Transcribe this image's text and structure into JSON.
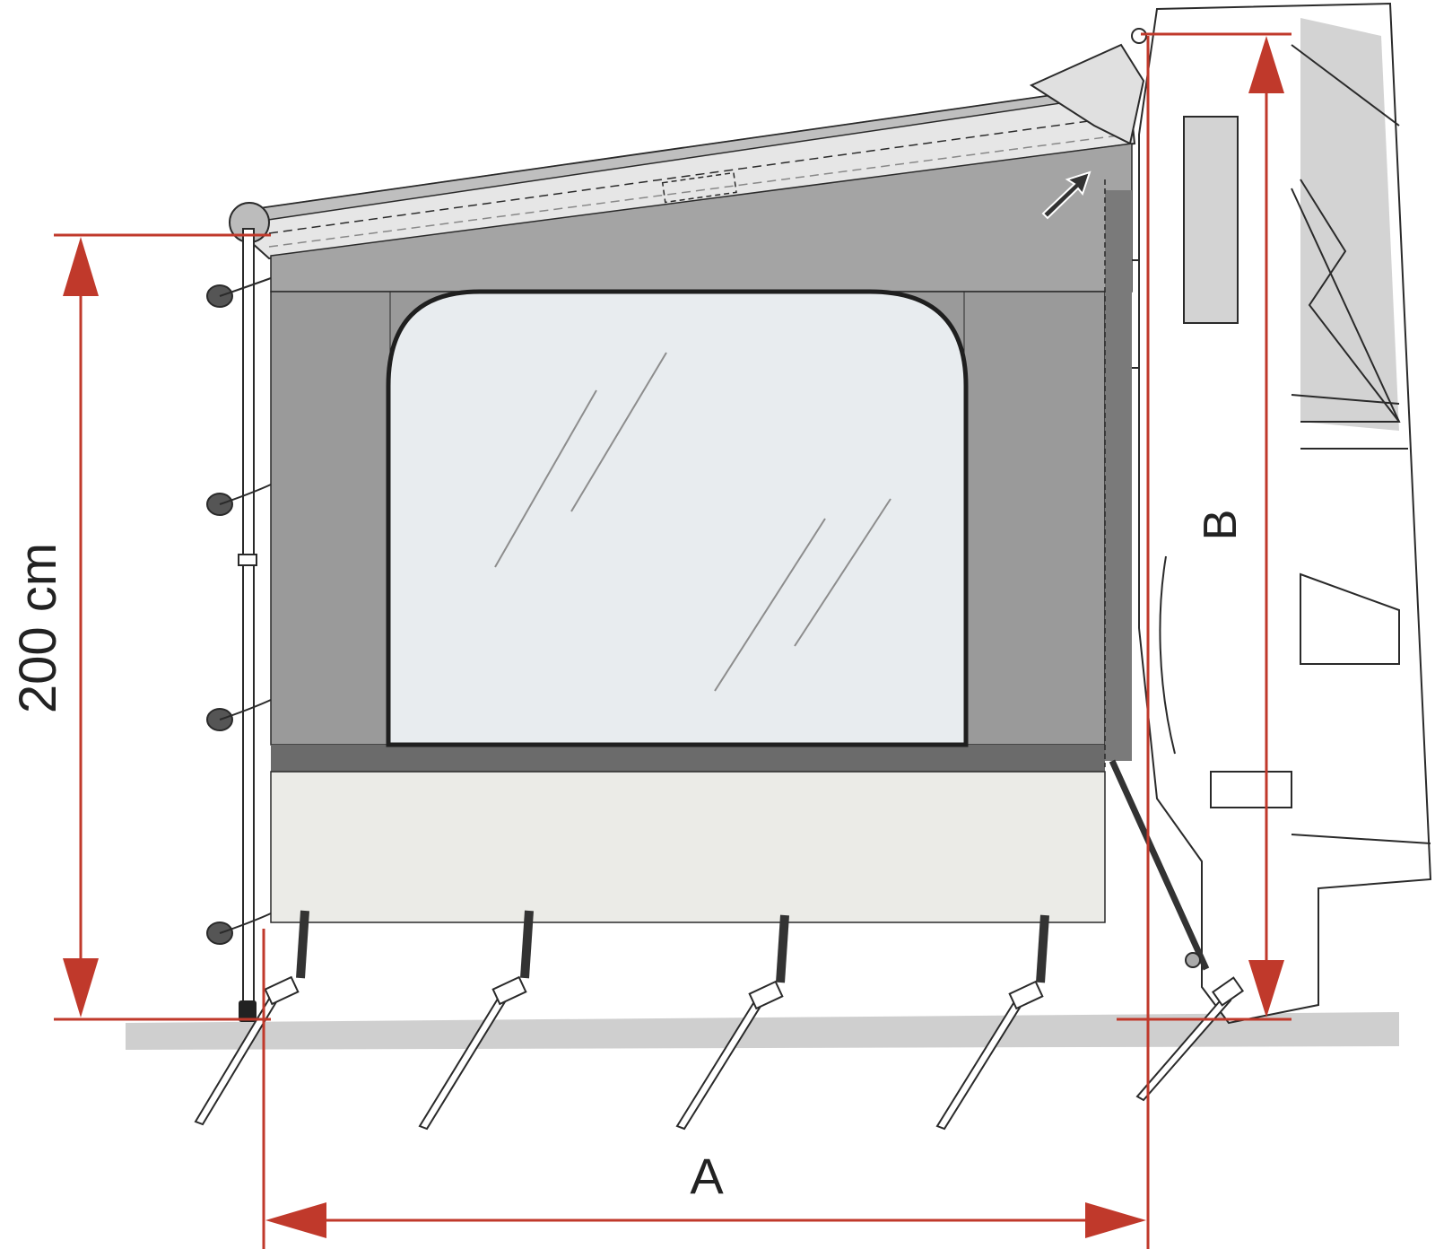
{
  "labels": {
    "height": "200 cm",
    "width": "A",
    "vehicle_height": "B"
  },
  "colors": {
    "dimension_line": "#c0392b",
    "wall_dark": "#9a9a9a",
    "wall_band": "#6b6b6b",
    "skirt": "#ebebe7",
    "window": "#e8ecef",
    "vehicle_panel": "#d3d3d3",
    "ground": "#cccccc"
  },
  "icons": [
    "tent-peg-icon",
    "strap-clip-icon",
    "arrow-icon",
    "pole-icon"
  ]
}
